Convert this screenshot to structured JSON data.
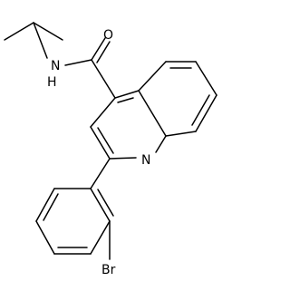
{
  "atoms": {
    "oxygen": "O",
    "nitrogen_amide": "N",
    "hydrogen_amide": "H",
    "nitrogen_ring": "N",
    "bromine": "Br"
  }
}
